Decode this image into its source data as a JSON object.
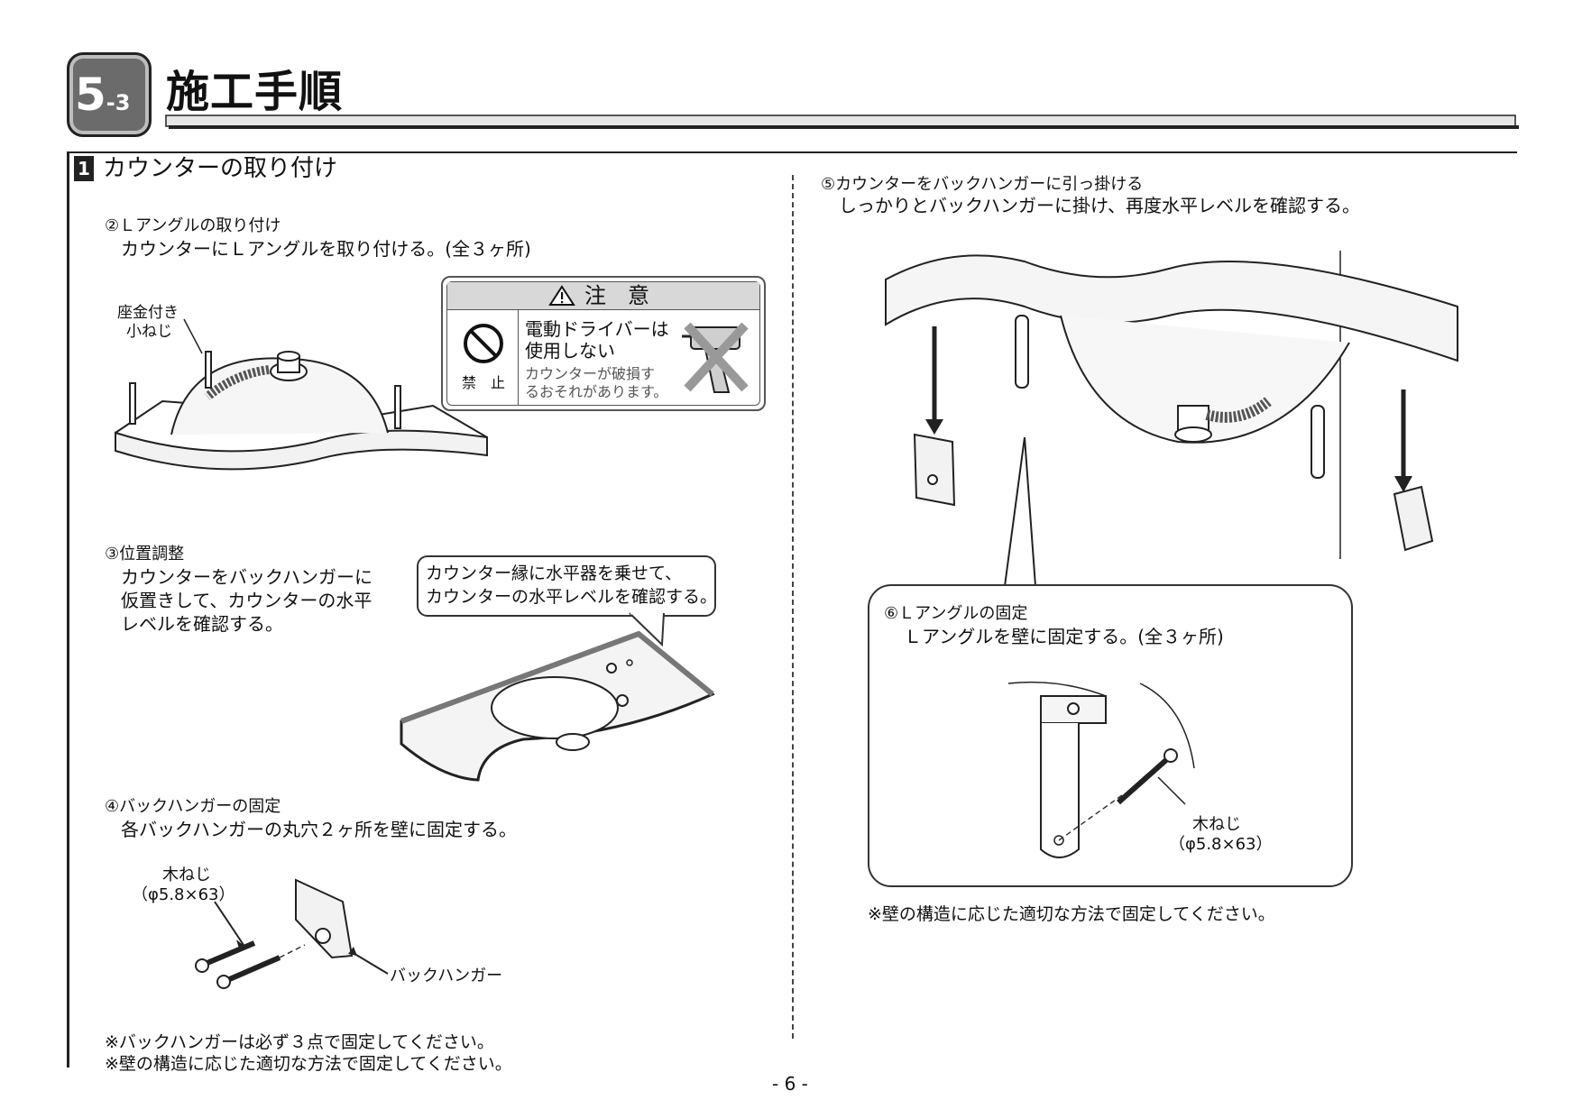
{
  "header": {
    "badge_main": "5",
    "badge_sub": "-3",
    "title": "施工手順"
  },
  "section": {
    "number": "1",
    "title": "カウンターの取り付け"
  },
  "steps": {
    "s2": {
      "title": "②Ｌアングルの取り付け",
      "body": "カウンターにＬアングルを取り付ける。(全３ヶ所)",
      "label_washer_screw_1": "座金付き",
      "label_washer_screw_2": "小ねじ"
    },
    "s3": {
      "title": "③位置調整",
      "body_1": "カウンターをバックハンガーに",
      "body_2": "仮置きして、カウンターの水平",
      "body_3": "レベルを確認する。",
      "bubble_1": "カウンター縁に水平器を乗せて、",
      "bubble_2": "カウンターの水平レベルを確認する。"
    },
    "s4": {
      "title": "④バックハンガーの固定",
      "body": "各バックハンガーの丸穴２ヶ所を壁に固定する。",
      "label_screw_1": "木ねじ",
      "label_screw_2": "（φ5.8×63）",
      "label_hanger": "バックハンガー",
      "note_1": "※バックハンガーは必ず３点で固定してください。",
      "note_2": "※壁の構造に応じた適切な方法で固定してください。"
    },
    "s5": {
      "title": "⑤カウンターをバックハンガーに引っ掛ける",
      "body": "しっかりとバックハンガーに掛け、再度水平レベルを確認する。"
    },
    "s6": {
      "title": "⑥Ｌアングルの固定",
      "body": "Ｌアングルを壁に固定する。(全３ヶ所)",
      "label_screw_1": "木ねじ",
      "label_screw_2": "（φ5.8×63）",
      "note": "※壁の構造に応じた適切な方法で固定してください。"
    }
  },
  "caution": {
    "header": "注　意",
    "prohibit_label": "禁　止",
    "main_1": "電動ドライバーは",
    "main_2": "使用しない",
    "sub_1": "カウンターが破損す",
    "sub_2": "るおそれがあります。"
  },
  "footer": {
    "page": "- 6 -"
  }
}
